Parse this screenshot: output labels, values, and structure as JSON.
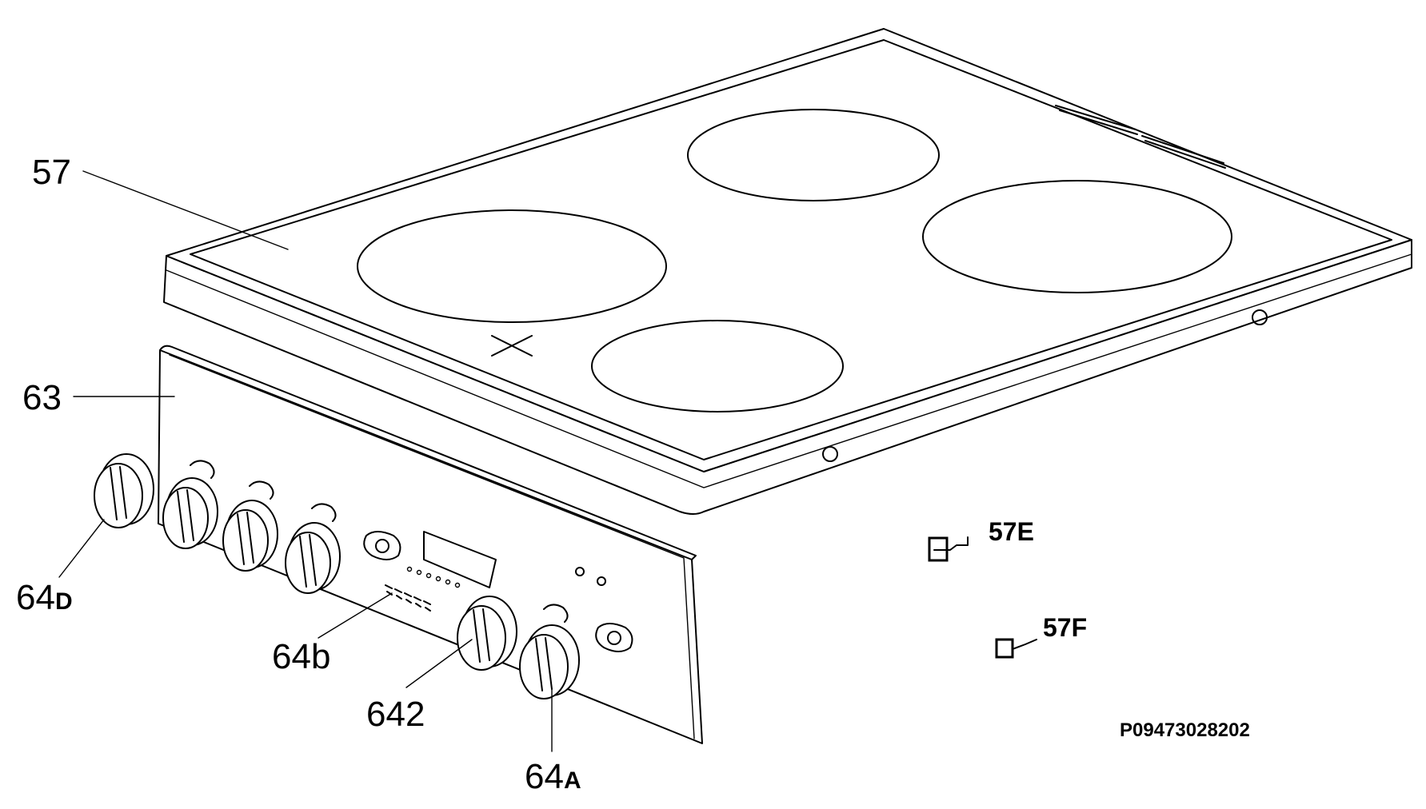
{
  "labels": {
    "hob_top": "57",
    "control_panel": "63",
    "knob_d_num": "64",
    "knob_d_sub": "D",
    "indicator": "64b",
    "knob_642": "642",
    "knob_a_num": "64",
    "knob_a_sub": "A",
    "part_57e": "57E",
    "part_57f": "57F"
  },
  "drawing_code": "P09473028202"
}
